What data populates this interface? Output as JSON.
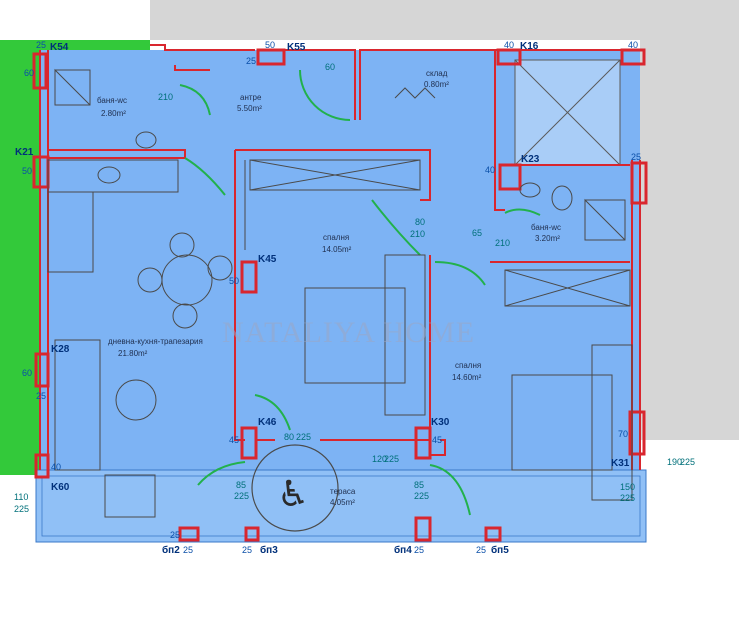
{
  "watermark": "NATALIYA HOME",
  "colors": {
    "floor": "#7fb4f5",
    "wall_red": "#d9262e",
    "green": "#35c93a",
    "grey": "#d8d8d8",
    "terrace": "#a9cdf7"
  },
  "rooms": {
    "bath1": {
      "name": "баня-wc",
      "area": "2.80m²"
    },
    "entry": {
      "name": "антре",
      "area": "5.50m²"
    },
    "storage": {
      "name": "склад",
      "area": "0.80m²"
    },
    "bath2": {
      "name": "баня-wc",
      "area": "3.20m²"
    },
    "bedroom1": {
      "name": "спалня",
      "area": "14.05m²"
    },
    "bedroom2": {
      "name": "спалня",
      "area": "14.60m²"
    },
    "living": {
      "name": "дневна-кухня-трапезария",
      "area": "21.80m²"
    },
    "terrace": {
      "name": "тераса",
      "area": "4.05m²"
    }
  },
  "tags": {
    "k54": "K54",
    "k55": "K55",
    "k16": "K16",
    "k21": "K21",
    "k23": "K23",
    "k45": "K45",
    "k28": "K28",
    "k46": "K46",
    "k30": "K30",
    "k31": "K31",
    "k60": "K60",
    "gn2": "бп2",
    "gn3": "бп3",
    "gn4": "бп4",
    "gn5": "бп5"
  },
  "dims": {
    "d25a": "25",
    "d50a": "50",
    "d25b": "25",
    "d40a": "40",
    "d40b": "40",
    "d60a": "60",
    "d50b": "50",
    "d60b": "60",
    "d25c": "25",
    "d45a": "45",
    "d50c": "50",
    "d45b": "45",
    "d40c": "40",
    "d25d": "25",
    "d70": "70",
    "d40d": "40",
    "d25e": "25",
    "d25f": "25",
    "d25g": "25",
    "d25h": "25",
    "d25i": "25",
    "d110": "110",
    "d225a": "225",
    "d80a": "80",
    "d210a": "210",
    "d65": "65",
    "d210b": "210",
    "d85a": "85",
    "d225b": "225",
    "d85b": "85",
    "d225c": "225",
    "d150": "150",
    "d225d": "225",
    "d190": "190",
    "d225e": "225",
    "d120": "120",
    "d225f": "225",
    "d80b": "80",
    "d225g": "225",
    "d210c": "210",
    "d60c": "60"
  }
}
